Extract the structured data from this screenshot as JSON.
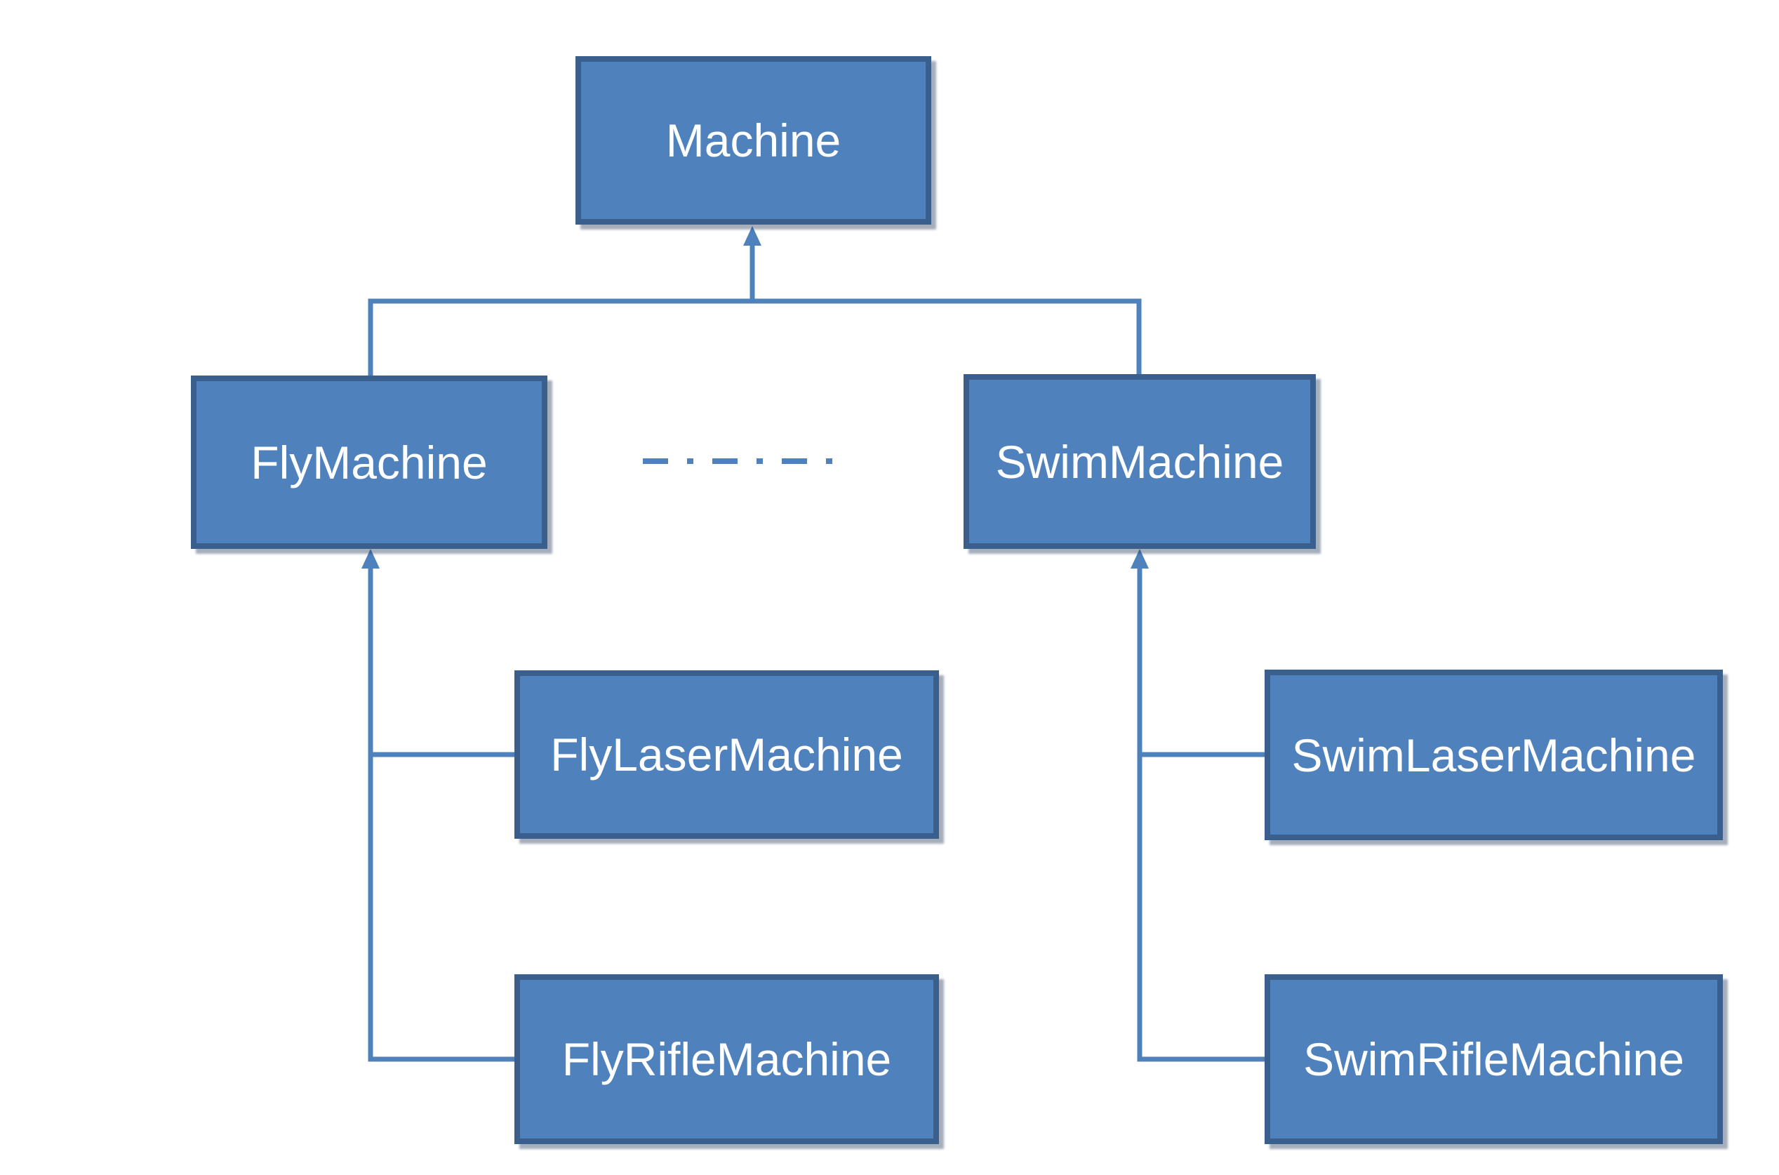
{
  "diagram": {
    "type": "class-inheritance",
    "nodes": [
      {
        "id": "machine",
        "label": "Machine"
      },
      {
        "id": "fly-machine",
        "label": "FlyMachine"
      },
      {
        "id": "swim-machine",
        "label": "SwimMachine"
      },
      {
        "id": "fly-laser-machine",
        "label": "FlyLaserMachine"
      },
      {
        "id": "fly-rifle-machine",
        "label": "FlyRifleMachine"
      },
      {
        "id": "swim-laser-machine",
        "label": "SwimLaserMachine"
      },
      {
        "id": "swim-rifle-machine",
        "label": "SwimRifleMachine"
      }
    ],
    "edges": [
      {
        "from": "fly-machine",
        "to": "machine",
        "type": "inheritance-arrow"
      },
      {
        "from": "swim-machine",
        "to": "machine",
        "type": "inheritance-arrow"
      },
      {
        "from": "fly-laser-machine",
        "to": "fly-machine",
        "type": "inheritance-arrow"
      },
      {
        "from": "fly-rifle-machine",
        "to": "fly-machine",
        "type": "inheritance-arrow"
      },
      {
        "from": "swim-laser-machine",
        "to": "swim-machine",
        "type": "inheritance-arrow"
      },
      {
        "from": "swim-rifle-machine",
        "to": "swim-machine",
        "type": "dash-dot-relation-and-inheritance"
      }
    ],
    "dashed_relation": {
      "between": [
        "fly-machine",
        "swim-machine"
      ],
      "style": "dash-dot"
    }
  },
  "colors": {
    "box-fill": "#4f81bd",
    "box-border": "#3a5f8c",
    "connector": "#4f81bd",
    "label-text": "#ffffff",
    "background": "#ffffff"
  }
}
